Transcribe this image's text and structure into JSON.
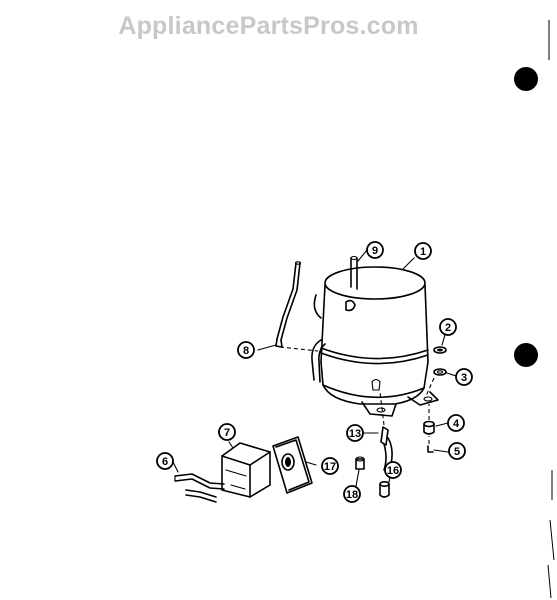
{
  "watermark": "AppliancePartsPros.com",
  "callouts": [
    {
      "id": "c1",
      "label": "1"
    },
    {
      "id": "c2",
      "label": "2"
    },
    {
      "id": "c3",
      "label": "3"
    },
    {
      "id": "c4",
      "label": "4"
    },
    {
      "id": "c5",
      "label": "5"
    },
    {
      "id": "c6",
      "label": "6"
    },
    {
      "id": "c7",
      "label": "7"
    },
    {
      "id": "c8",
      "label": "8"
    },
    {
      "id": "c9",
      "label": "9"
    },
    {
      "id": "c13",
      "label": "13"
    },
    {
      "id": "c16",
      "label": "16"
    },
    {
      "id": "c17",
      "label": "17"
    },
    {
      "id": "c18",
      "label": "18"
    }
  ]
}
